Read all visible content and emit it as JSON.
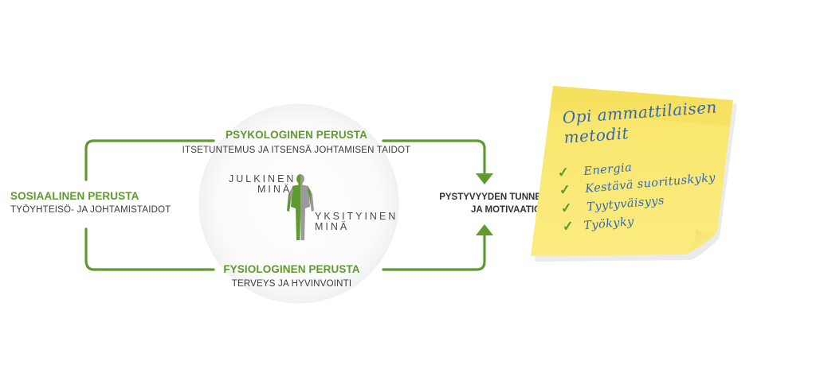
{
  "diagram": {
    "accent_color": "#5f9a30",
    "psykologinen": {
      "title": "PSYKOLOGINEN PERUSTA",
      "subtitle": "ITSETUNTEMUS JA ITSENSÄ JOHTAMISEN TAIDOT"
    },
    "sosiaalinen": {
      "title": "SOSIAALINEN PERUSTA",
      "subtitle": "TYÖYHTEISÖ- JA JOHTAMISTAIDOT"
    },
    "fysiologinen": {
      "title": "FYSIOLOGINEN PERUSTA",
      "subtitle": "TERVEYS JA HYVINVOINTI"
    },
    "figure": {
      "julkinen_line1": "JULKINEN",
      "julkinen_line2": "MINÄ",
      "yksityinen_line1": "YKSITYINEN",
      "yksityinen_line2": "MINÄ",
      "icon": "human-figure-icon"
    },
    "result": {
      "line1": "PYSTYVYYDEN TUNNE",
      "line2": "JA MOTIVAATIO"
    }
  },
  "sticky_note": {
    "color": "#fbeb7c",
    "title_line1": "Opi ammattilaisen",
    "title_line2": "metodit",
    "check_icon": "checkmark-icon",
    "items": [
      "Energia",
      "Kestävä suorituskyky",
      "Tyytyväisyys",
      "Työkyky"
    ]
  }
}
